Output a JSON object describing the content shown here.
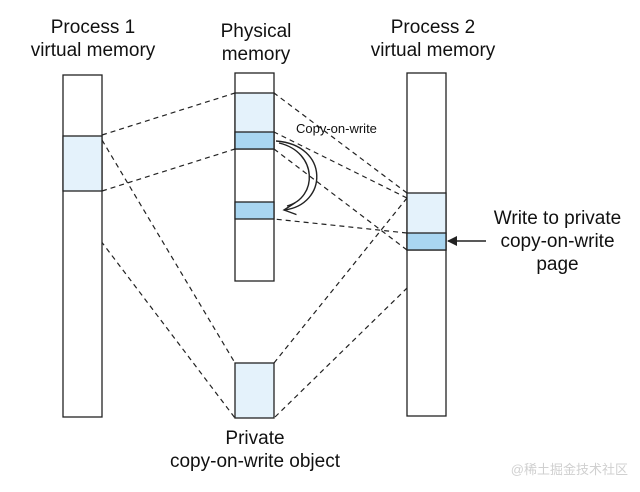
{
  "labels": {
    "process1": [
      "Process 1",
      "virtual memory"
    ],
    "physical": [
      "Physical",
      "memory"
    ],
    "process2": [
      "Process 2",
      "virtual memory"
    ],
    "copy_on_write": "Copy-on-write",
    "write_private": [
      "Write to private",
      "copy-on-write",
      "page"
    ],
    "private_object": [
      "Private",
      "copy-on-write object"
    ]
  },
  "watermark": "@稀土掘金技术社区",
  "colors": {
    "stroke": "#222222",
    "area_fill": "#e4f2fb",
    "page_fill": "#a9d6f1"
  }
}
